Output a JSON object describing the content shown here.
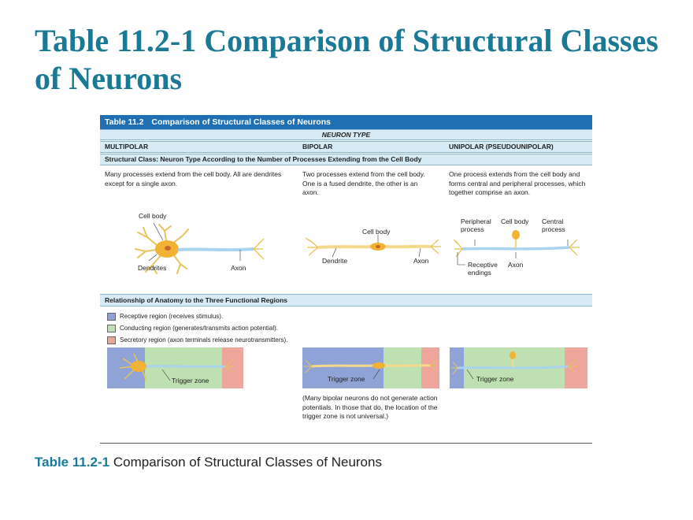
{
  "slide": {
    "title": "Table 11.2-1 Comparison of Structural Classes of Neurons",
    "caption_number": "Table 11.2-1",
    "caption_text": "Comparison of Structural Classes of Neurons"
  },
  "table": {
    "number": "Table 11.2",
    "title": "Comparison of Structural Classes of Neurons",
    "neuron_type_label": "NEURON TYPE",
    "columns": [
      "MULTIPOLAR",
      "BIPOLAR",
      "UNIPOLAR (PSEUDOUNIPOLAR)"
    ],
    "structural_class": "Structural Class: Neuron Type According to the Number of Processes Extending from the Cell Body",
    "descriptions": [
      "Many processes extend from the cell body. All are dendrites except for a single axon.",
      "Two processes extend from the cell body. One is a fused dendrite, the other is an axon.",
      "One process extends from the cell body and forms central and peripheral processes, which together comprise an axon."
    ],
    "diagram_labels": {
      "multipolar": {
        "cell_body": "Cell body",
        "dendrites": "Dendrites",
        "axon": "Axon"
      },
      "bipolar": {
        "cell_body": "Cell body",
        "dendrite": "Dendrite",
        "axon": "Axon"
      },
      "unipolar": {
        "peripheral_line1": "Peripheral",
        "peripheral_line2": "process",
        "cell_body": "Cell body",
        "central_line1": "Central",
        "central_line2": "process",
        "receptive_line1": "Receptive",
        "receptive_line2": "endings",
        "axon": "Axon"
      }
    },
    "relationship_heading": "Relationship of Anatomy to the Three Functional Regions",
    "legend": [
      {
        "label": "Receptive region (receives stimulus).",
        "color": "#8fa3d6"
      },
      {
        "label": "Conducting region (generates/transmits action potential).",
        "color": "#bfe0b0"
      },
      {
        "label": "Secretory region (axon terminals release neurotransmitters).",
        "color": "#eea59c"
      }
    ],
    "trigger_zone": "Trigger zone",
    "bipolar_note": "(Many bipolar neurons do not generate action potentials. In those that do, the location of the trigger zone is not universal.)"
  },
  "colors": {
    "title": "#1a7a96",
    "header_bg": "#1f6fb5",
    "band_bg": "#d6ebf6",
    "axon": "#a9d3ee",
    "cell_body": "#f2b233",
    "dendrite": "#f5d98a"
  }
}
